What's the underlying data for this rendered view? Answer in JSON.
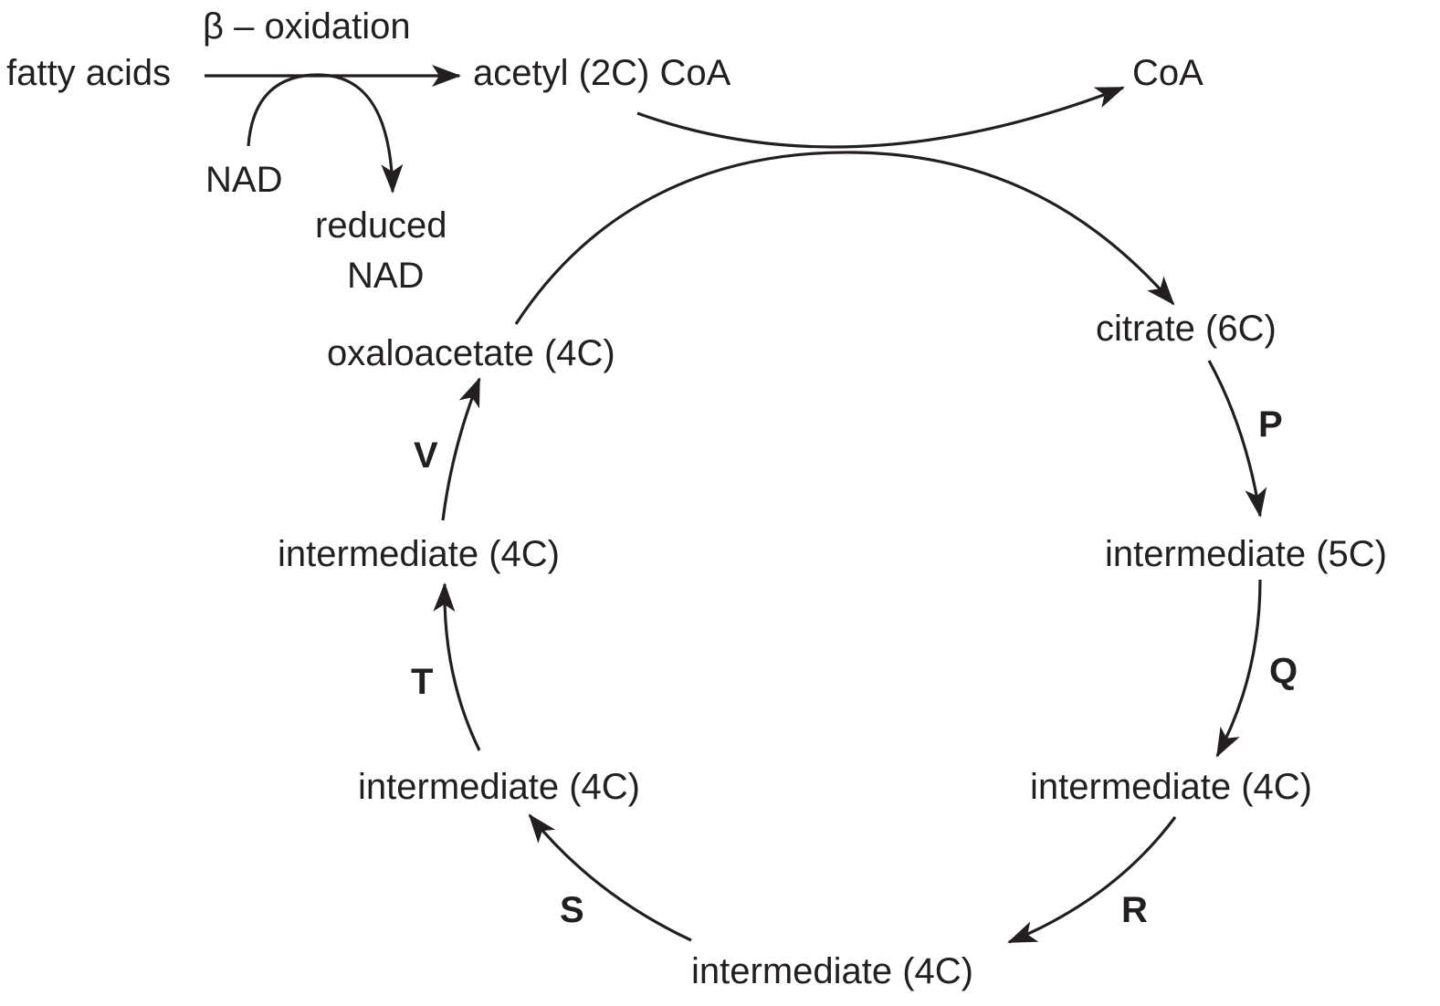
{
  "colors": {
    "ink": "#231f20",
    "background": "#ffffff"
  },
  "beta_oxidation": {
    "process": "β – oxidation",
    "substrate": "fatty acids",
    "product": "acetyl (2C) CoA",
    "cofactor_in": "NAD",
    "cofactor_out_line1": "reduced",
    "cofactor_out_line2": "NAD"
  },
  "cycle": {
    "released": "CoA",
    "compounds": [
      "citrate (6C)",
      "intermediate (5C)",
      "intermediate (4C)",
      "intermediate (4C)",
      "intermediate (4C)",
      "intermediate (4C)",
      "oxaloacetate (4C)"
    ],
    "steps": [
      "P",
      "Q",
      "R",
      "S",
      "T",
      "V"
    ]
  }
}
